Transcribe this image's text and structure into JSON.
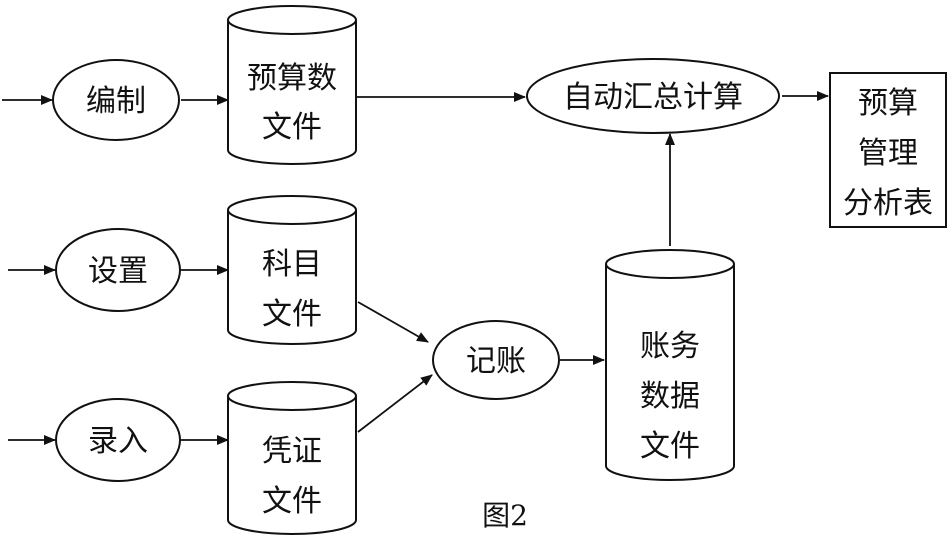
{
  "processes": {
    "compile": "编制",
    "setup": "设置",
    "entry": "录入",
    "posting": "记账",
    "auto_summary": "自动汇总计算"
  },
  "files": {
    "budget": [
      "预算数",
      "文件"
    ],
    "subject": [
      "科目",
      "文件"
    ],
    "voucher": [
      "凭证",
      "文件"
    ],
    "ledger": [
      "账务",
      "数据",
      "文件"
    ]
  },
  "output": {
    "report": [
      "预算",
      "管理",
      "分析表"
    ]
  },
  "caption": "图2",
  "colors": {
    "stroke": "#111111",
    "background": "#ffffff"
  }
}
